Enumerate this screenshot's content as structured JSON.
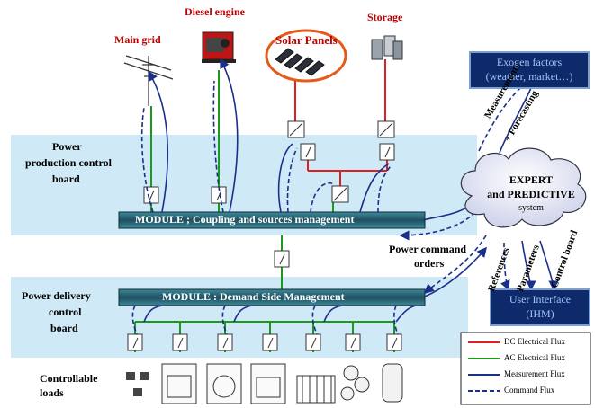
{
  "sources": {
    "main_grid": "Main grid",
    "diesel": "Diesel engine",
    "solar": "Solar Panels",
    "storage": "Storage"
  },
  "boards": {
    "production": [
      "Power",
      "production control",
      "board"
    ],
    "delivery": [
      "Power delivery",
      "control",
      "board"
    ]
  },
  "modules": {
    "coupling": "MODULE ; Coupling and sources management",
    "dsm": "MODULE : Demand Side Management"
  },
  "exogen": [
    "Exogen factors",
    "(weather, market…)"
  ],
  "expert": [
    "EXPERT",
    "and PREDICTIVE",
    "system"
  ],
  "user_interface": [
    "User Interface",
    "(IHM)"
  ],
  "flow_labels": {
    "measurements": "Measurements",
    "forecasting": "+ Forecasting",
    "power_command": [
      "Power command",
      "orders"
    ],
    "references": "References",
    "parameters": "Parameters",
    "control_board": "Control board"
  },
  "loads": [
    "Controllable",
    "loads"
  ],
  "legend": [
    {
      "label": "DC Electrical Flux",
      "color": "#e02020",
      "dashed": false
    },
    {
      "label": "AC Electrical Flux",
      "color": "#1a9a1a",
      "dashed": false
    },
    {
      "label": "Measurement Flux",
      "color": "#1a2f8a",
      "dashed": false
    },
    {
      "label": "Command Flux",
      "color": "#1a2f8a",
      "dashed": true
    }
  ],
  "colors": {
    "dc": "#e02020",
    "ac": "#1a9a1a",
    "measure": "#1a2f8a",
    "board_bg": "#cfe9f6",
    "module": "#2a6070",
    "navy_box": "#0e2a6a"
  }
}
